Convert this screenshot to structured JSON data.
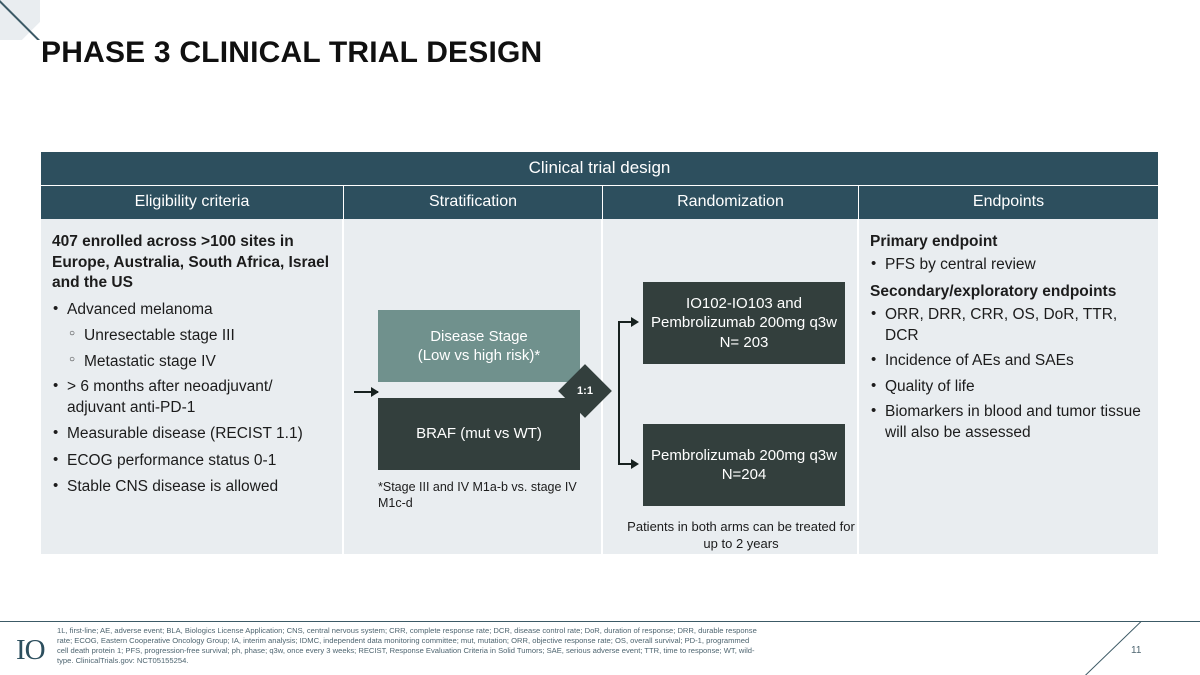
{
  "slide": {
    "title": "PHASE 3 CLINICAL TRIAL DESIGN",
    "page_number": "11",
    "logo_text": "IO",
    "accent_color": "#2d4f5e",
    "panel_color": "#e9edf0",
    "box_dark_color": "#333f3d",
    "box_teal_color": "#70918d"
  },
  "table": {
    "title": "Clinical trial design",
    "columns": [
      {
        "label": "Eligibility criteria"
      },
      {
        "label": "Stratification"
      },
      {
        "label": "Randomization"
      },
      {
        "label": "Endpoints"
      }
    ]
  },
  "eligibility": {
    "heading": "407 enrolled across >100 sites in Europe, Australia, South Africa, Israel and the US",
    "items": [
      {
        "level": 1,
        "text": "Advanced melanoma"
      },
      {
        "level": 2,
        "text": "Unresectable stage III"
      },
      {
        "level": 2,
        "text": "Metastatic stage IV"
      },
      {
        "level": 1,
        "text": "> 6 months after neoadjuvant/ adjuvant anti-PD-1"
      },
      {
        "level": 1,
        "text": "Measurable disease (RECIST 1.1)"
      },
      {
        "level": 1,
        "text": "ECOG performance status 0-1"
      },
      {
        "level": 1,
        "text": "Stable CNS disease is allowed"
      }
    ]
  },
  "stratification": {
    "factor_1": "Disease Stage\n(Low vs high risk)*",
    "factor_1_line1": "Disease Stage",
    "factor_1_line2": "(Low vs high risk)*",
    "factor_2": "BRAF (mut vs WT)",
    "ratio": "1:1",
    "note": "*Stage III and IV M1a-b vs. stage IV M1c-d"
  },
  "randomization": {
    "arm_1": {
      "line1": "IO102-IO103 and",
      "line2": "Pembrolizumab 200mg q3w",
      "line3": "N= 203"
    },
    "arm_2": {
      "line1": "Pembrolizumab 200mg q3w",
      "line2": "N=204"
    },
    "note": "Patients in both arms can be treated for up to 2 years"
  },
  "endpoints": {
    "primary_heading": "Primary endpoint",
    "primary_items": [
      "PFS by central review"
    ],
    "secondary_heading": "Secondary/exploratory endpoints",
    "secondary_items": [
      "ORR, DRR, CRR, OS, DoR, TTR, DCR",
      "Incidence of AEs and SAEs",
      "Quality of life",
      "Biomarkers in blood and tumor tissue  will also be assessed"
    ]
  },
  "footnote": {
    "text": "1L, first-line; AE, adverse event; BLA, Biologics License Application; CNS, central nervous system; CRR, complete response rate; DCR, disease control rate; DoR, duration of response; DRR, durable response rate; ECOG, Eastern Cooperative Oncology Group; IA, interim analysis; IDMC, independent data monitoring committee; mut, mutation; ORR, objective response rate; OS, overall survival; PD-1, programmed cell death protein 1; PFS, progression-free survival; ph, phase; q3w, once every 3 weeks; RECIST, Response Evaluation Criteria in Solid Tumors; SAE, serious adverse event; TTR, time to response; WT, wild-type. ClinicalTrials.gov: NCT05155254."
  }
}
